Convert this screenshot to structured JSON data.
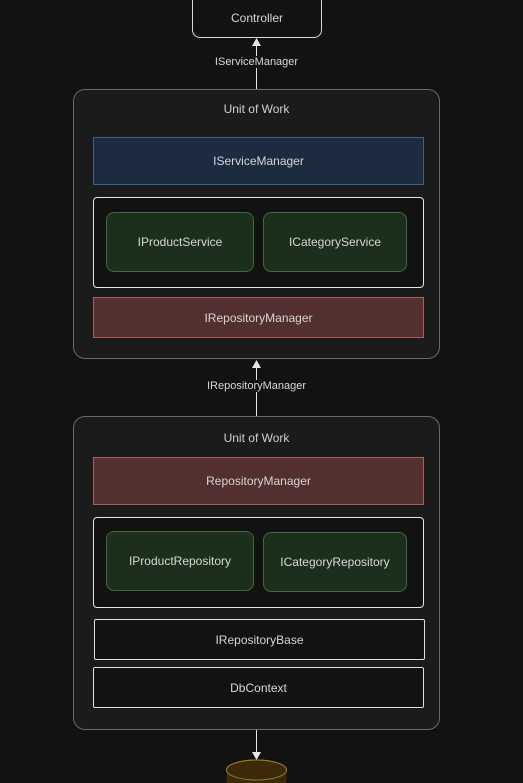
{
  "controller": {
    "label": "Controller"
  },
  "edges": {
    "service_manager_label": "IServiceManager",
    "repository_manager_label": "IRepositoryManager"
  },
  "service_layer": {
    "title": "Unit of Work",
    "service_manager": "IServiceManager",
    "services": [
      "IProductService",
      "ICategoryService"
    ],
    "repository_manager": "IRepositoryManager"
  },
  "repository_layer": {
    "title": "Unit of Work",
    "repository_manager": "RepositoryManager",
    "repositories": [
      "IProductRepository",
      "ICategoryRepository"
    ],
    "repository_base": "IRepositoryBase",
    "db_context": "DbContext"
  }
}
